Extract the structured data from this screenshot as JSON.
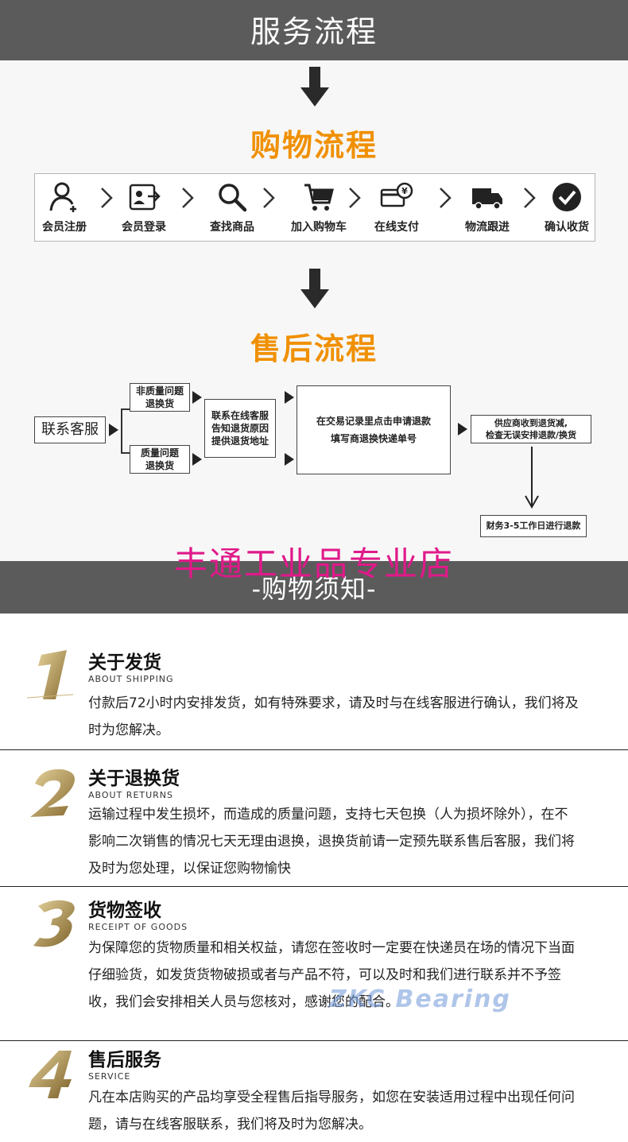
{
  "banners": {
    "service": "服务流程",
    "notice": "-购物须知-"
  },
  "shopping": {
    "title": "购物流程",
    "steps": [
      "会员注册",
      "会员登录",
      "查找商品",
      "加入购物车",
      "在线支付",
      "物流跟进",
      "确认收货"
    ]
  },
  "aftersale": {
    "title": "售后流程",
    "contact": "联系客服",
    "nonquality": [
      "非质量问题",
      "退换货"
    ],
    "quality": [
      "质量问题",
      "退换货"
    ],
    "inform": [
      "联系在线客服",
      "告知退货原因",
      "提供退货地址"
    ],
    "apply": [
      "在交易记录里点击申请退款",
      "填写商退换快递单号"
    ],
    "supplier": [
      "供应商收到退货减,",
      "检查无误安排退款/换货"
    ],
    "finance": "财务3-5工作日进行退款"
  },
  "watermark": "丰通工业品专业店",
  "brand_mark": "ZKC Bearing",
  "notices": [
    {
      "num": "1",
      "title": "关于发货",
      "sub": "ABOUT SHIPPING",
      "body": "付款后72小时内安排发货，如有特殊要求，请及时与在线客服进行确认，我们将及时为您解决。"
    },
    {
      "num": "2",
      "title": "关于退换货",
      "sub": "ABOUT RETURNS",
      "body": "运输过程中发生损坏，而造成的质量问题，支持七天包换（人为损坏除外），在不影响二次销售的情况七天无理由退换，退换货前请一定预先联系售后客服，我们将及时为您处理，以保证您购物愉快"
    },
    {
      "num": "3",
      "title": "货物签收",
      "sub": "RECEIPT OF GOODS",
      "body": "为保障您的货物质量和相关权益，请您在签收时一定要在快递员在场的情况下当面仔细验货，如发货货物破损或者与产品不符，可以及时和我们进行联系并不予签收，我们会安排相关人员与您核对，感谢您的配合。"
    },
    {
      "num": "4",
      "title": "售后服务",
      "sub": "SERVICE",
      "body": "凡在本店购买的产品均享受全程售后指导服务，如您在安装适用过程中出现任何问题，请与在线客服联系，我们将及时为您解决。"
    }
  ],
  "colors": {
    "banner": "#5b5b5b",
    "orange": "#f09000",
    "watermark": "#e0198a",
    "gold": "#b8a060"
  }
}
